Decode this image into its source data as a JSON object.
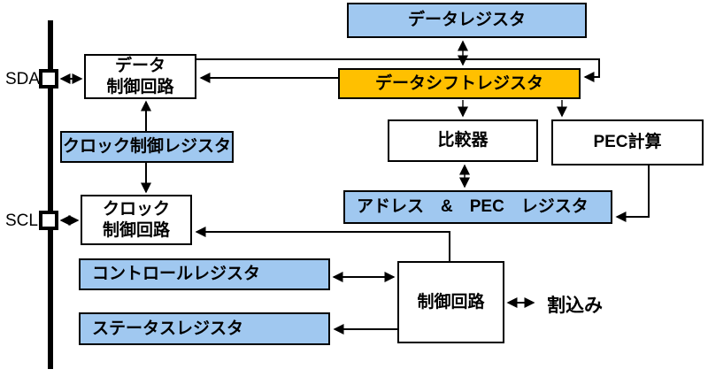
{
  "diagram": {
    "title_hint": "I2C peripheral block diagram",
    "bus": {
      "sda_label": "SDA",
      "scl_label": "SCL"
    },
    "boxes": {
      "data_register": {
        "label": "データレジスタ",
        "fill": "#A0C8F0"
      },
      "data_shift_register": {
        "label": "データシフトレジスタ",
        "fill": "#FFC000"
      },
      "data_control_circuit": {
        "label_line1": "データ",
        "label_line2": "制御回路",
        "fill": "#FFFFFF"
      },
      "clock_control_register": {
        "label": "クロック制御レジスタ",
        "fill": "#A0C8F0"
      },
      "comparator": {
        "label": "比較器",
        "fill": "#FFFFFF"
      },
      "pec_calc": {
        "label": "PEC計算",
        "fill": "#FFFFFF"
      },
      "addr_pec_register": {
        "label": "アドレス　&　PEC　レジスタ",
        "fill": "#A0C8F0"
      },
      "clock_control_circuit": {
        "label_line1": "クロック",
        "label_line2": "制御回路",
        "fill": "#FFFFFF"
      },
      "control_register": {
        "label": "コントロールレジスタ",
        "fill": "#A0C8F0"
      },
      "status_register": {
        "label": "ステータスレジスタ",
        "fill": "#A0C8F0"
      },
      "control_circuit": {
        "label": "制御回路",
        "fill": "#FFFFFF"
      }
    },
    "external": {
      "interrupt_label": "割込み"
    },
    "colors": {
      "box_blue": "#A0C8F0",
      "box_orange": "#FFC000",
      "box_white": "#FFFFFF",
      "line_black": "#000000",
      "shaft_gray": "#4a4a4a",
      "bus_black": "#000000"
    }
  }
}
